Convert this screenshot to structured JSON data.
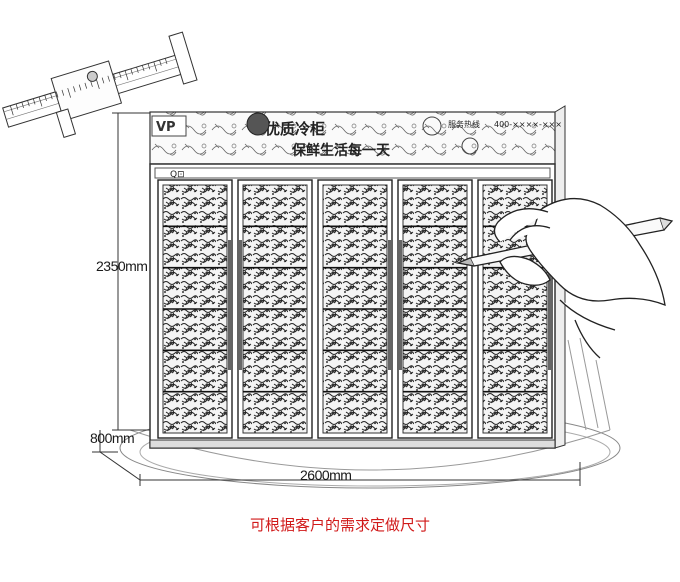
{
  "dimensions": {
    "height": "2350mm",
    "depth": "800mm",
    "width": "2600mm"
  },
  "header_sign": {
    "slogan_line1": "优质冷柜",
    "slogan_line2": "保鲜生活每一天",
    "phone_label": "服务热线",
    "phone_number": "400-××××-×××"
  },
  "caption": "可根据客户的需求定做尺寸",
  "colors": {
    "caption": "#d11a1a",
    "sketch_line": "#2a2a2a",
    "background": "#ffffff"
  },
  "cabinet": {
    "door_count": 5,
    "shelf_rows": 6
  }
}
